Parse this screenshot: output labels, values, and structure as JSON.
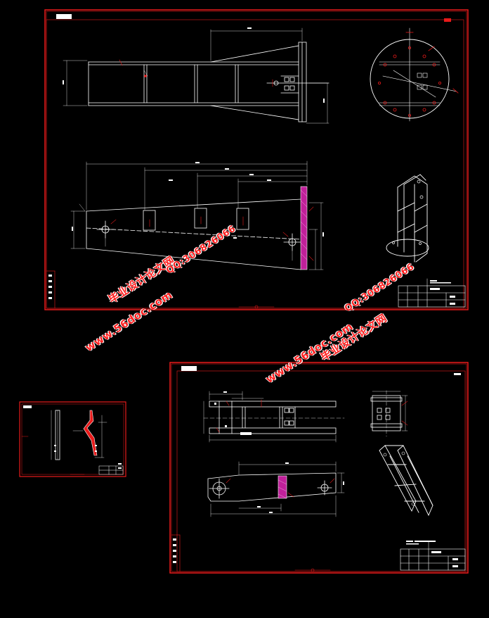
{
  "watermark": {
    "site_cn": "毕业设计论文网",
    "url": "www.56doc.com",
    "qq": "QQ:306826066"
  },
  "colors": {
    "background": "#000000",
    "frame": "#e81a1a",
    "line": "#ffffff",
    "hatch": "#c0209a"
  }
}
